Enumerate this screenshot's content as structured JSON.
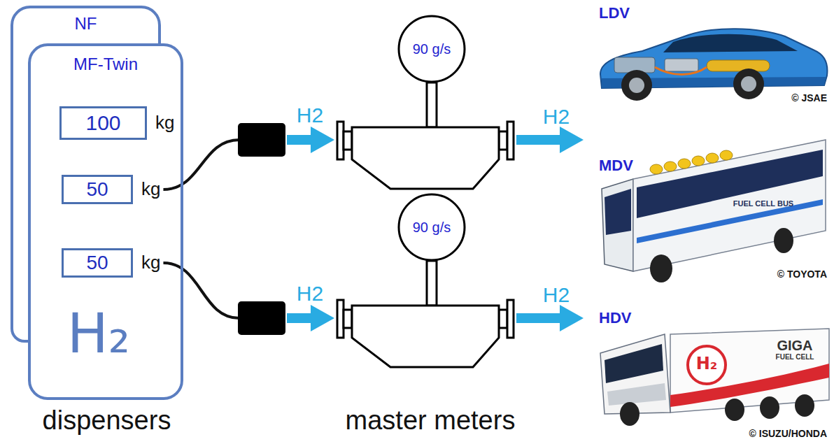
{
  "diagram": {
    "nodes": [
      {
        "text": [
          "NF"
        ]
      },
      {
        "text": [
          "MF-Twin",
          "H₂"
        ]
      },
      {
        "text": [
          "100",
          "kg"
        ],
        "in": 1
      },
      {
        "text": [
          "50",
          "kg"
        ],
        "in": 1
      },
      {
        "text": [
          "50",
          "kg"
        ],
        "in": 1
      },
      {
        "text": [
          "90 g/s"
        ]
      },
      {
        "text": [
          "90 g/s"
        ]
      },
      {
        "text": [
          "LDV",
          "© JSAE"
        ]
      },
      {
        "text": [
          "MDV",
          "© TOYOTA"
        ]
      },
      {
        "text": [
          "HDV",
          "© ISUZU/HONDA"
        ]
      }
    ],
    "edges": [
      {
        "from": 3,
        "to": 5,
        "arrow": "to",
        "label": "H2"
      },
      {
        "from": 4,
        "to": 6,
        "arrow": "to",
        "label": "H2"
      }
    ],
    "labels": [
      "H2",
      "H2",
      "dispensers",
      "master meters",
      "FUEL CELL BUS",
      "H₂",
      "GIGA",
      "FUEL CELL"
    ]
  }
}
